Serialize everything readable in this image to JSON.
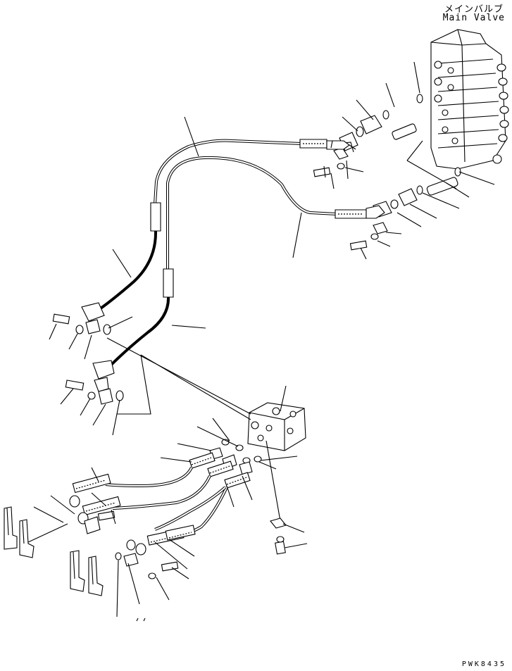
{
  "labels": {
    "main_valve_jp": "メインバルブ",
    "main_valve_en": "Main Valve",
    "drawing_code": "PWK8435"
  },
  "colors": {
    "line": "#000000",
    "background": "#ffffff"
  }
}
